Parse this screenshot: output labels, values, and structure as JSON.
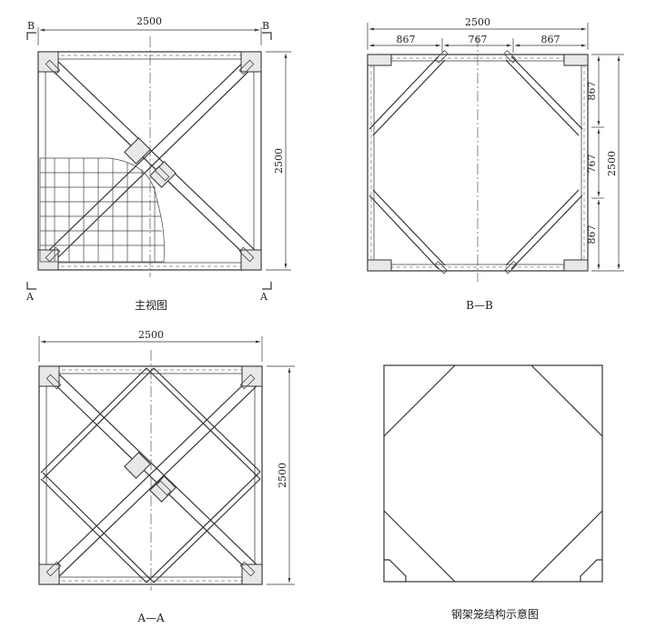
{
  "views": {
    "front": {
      "caption": "主视图",
      "dim_top": "2500",
      "dim_right": "2500",
      "sec_b_left": "B",
      "sec_b_right": "B",
      "sec_a_left": "A",
      "sec_a_right": "A"
    },
    "bb": {
      "caption": "B—B",
      "dim_total_top": "2500",
      "dim_seg1": "867",
      "dim_seg2": "767",
      "dim_seg3": "867",
      "dim_r_seg1": "867",
      "dim_r_seg2": "767",
      "dim_r_seg3": "867",
      "dim_r_total": "2500"
    },
    "aa": {
      "caption": "A—A",
      "dim_top": "2500",
      "dim_right": "2500"
    },
    "schematic": {
      "caption": "钢架笼结构示意图"
    }
  }
}
